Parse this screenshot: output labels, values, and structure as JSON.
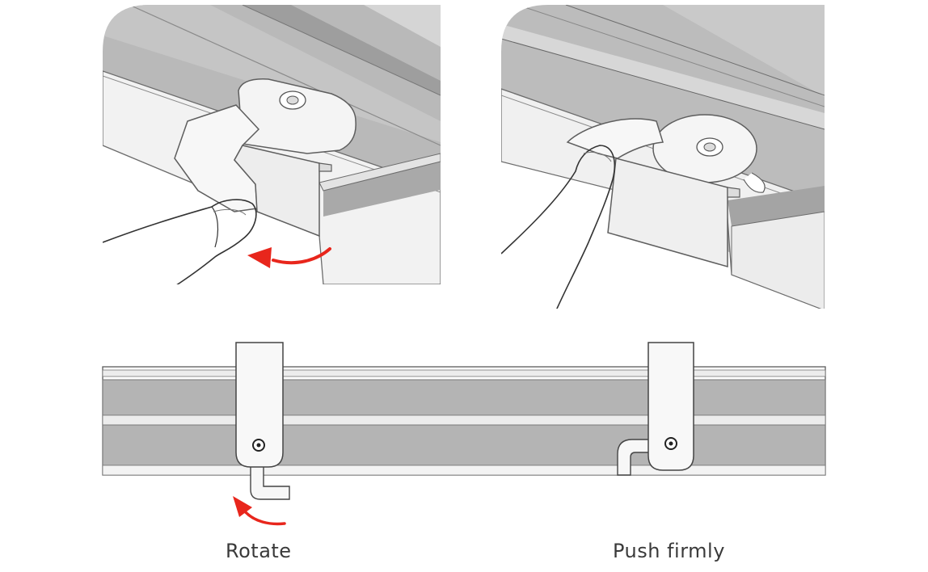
{
  "captions": {
    "rotate": "Rotate",
    "push": "Push firmly"
  },
  "colors": {
    "rail_gray": "#b4b4b4",
    "rail_dark": "#9f9f9f",
    "rail_light": "#ececec",
    "outline": "#5a5a5a",
    "arrow_red": "#e8261c",
    "clip_white": "#f6f6f6"
  },
  "illustrations": [
    {
      "id": "top-left-panel",
      "depicts": "hand rotating clip onto rail"
    },
    {
      "id": "top-right-panel",
      "depicts": "hand pushing clip firmly onto rail"
    },
    {
      "id": "bottom-rail",
      "depicts": "rail with two clips, left rotating, right pushed in"
    }
  ],
  "icons": [
    "rotate-arrow-icon",
    "rotate-arrow-icon"
  ]
}
